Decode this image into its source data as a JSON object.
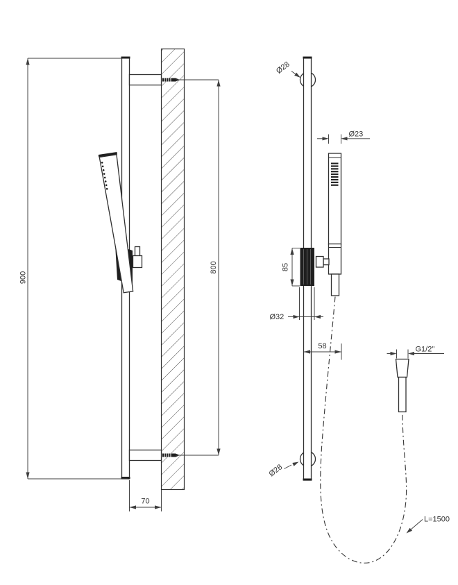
{
  "drawing_type": "shower sliding rail technical drawing, side view and front view",
  "colors": {
    "background": "#ffffff",
    "line": "#2f2f2f",
    "dimension": "#3d3d3d",
    "solid_fill": "#1f1f1f"
  },
  "side_view": {
    "dim_overall_height": "900",
    "dim_fixing_height": "800",
    "dim_wall_offset": "70"
  },
  "front_view": {
    "dim_top_bracket_diameter": "Ø28",
    "dim_handshower_diameter": "Ø23",
    "dim_slider_height": "85",
    "dim_slider_diameter": "Ø32",
    "dim_holder_offset": "58",
    "dim_bottom_bracket_diameter": "Ø28",
    "dim_thread": "G1/2\"",
    "dim_hose_length": "L=1500"
  }
}
